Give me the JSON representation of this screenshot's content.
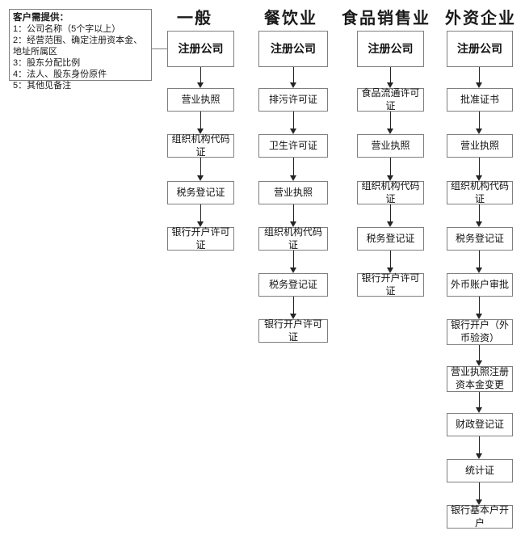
{
  "note": {
    "title": "客户需提供：",
    "items": [
      "1：公司名称（5个字以上）",
      "2：经营范围、确定注册资本金、地址所属区",
      "3：股东分配比例",
      "4：法人、股东身份原件",
      "5：其他见备注"
    ]
  },
  "columns": [
    {
      "header": "一般",
      "steps": [
        "注册公司",
        "营业执照",
        "组织机构代码证",
        "税务登记证",
        "银行开户许可证"
      ]
    },
    {
      "header": "餐饮业",
      "steps": [
        "注册公司",
        "排污许可证",
        "卫生许可证",
        "营业执照",
        "组织机构代码证",
        "税务登记证",
        "银行开户许可证"
      ]
    },
    {
      "header": "食品销售业",
      "steps": [
        "注册公司",
        "食品流通许可证",
        "营业执照",
        "组织机构代码证",
        "税务登记证",
        "银行开户许可证"
      ]
    },
    {
      "header": "外资企业",
      "steps": [
        "注册公司",
        "批准证书",
        "营业执照",
        "组织机构代码证",
        "税务登记证",
        "外币账户审批",
        "银行开户（外币验资）",
        "营业执照注册资本金变更",
        "财政登记证",
        "统计证",
        "银行基本户开户"
      ]
    }
  ],
  "colors": {
    "box_border": "#7f7f7f",
    "arrow": "#242424",
    "text": "#1a1a1a",
    "background": "#ffffff"
  }
}
